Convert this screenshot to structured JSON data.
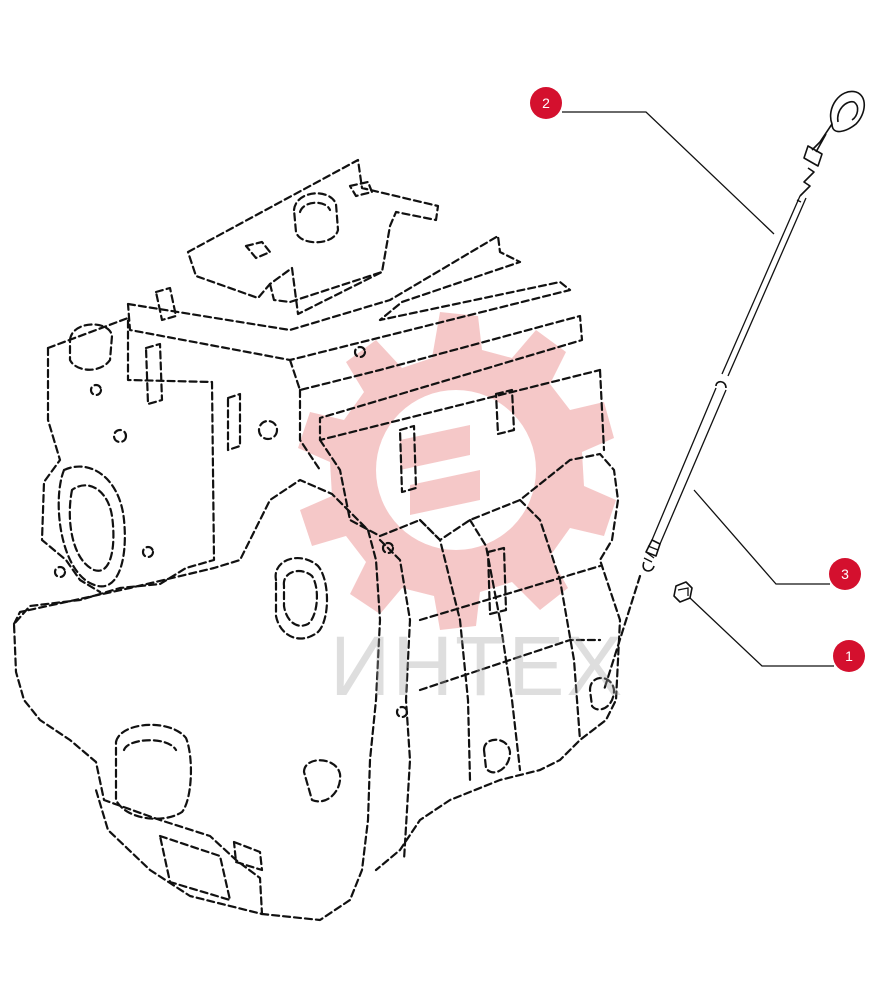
{
  "watermark": {
    "text": "ИНТЕХ",
    "logo_icon": "gear-logo-icon",
    "logo_color": "#f2b6b6"
  },
  "callouts": [
    {
      "label": "2",
      "part": "dipstick"
    },
    {
      "label": "3",
      "part": "dipstick-tube"
    },
    {
      "label": "1",
      "part": "tube-plug"
    }
  ],
  "colors": {
    "callout": "#d4102e",
    "line": "#111111",
    "background": "#ffffff"
  }
}
